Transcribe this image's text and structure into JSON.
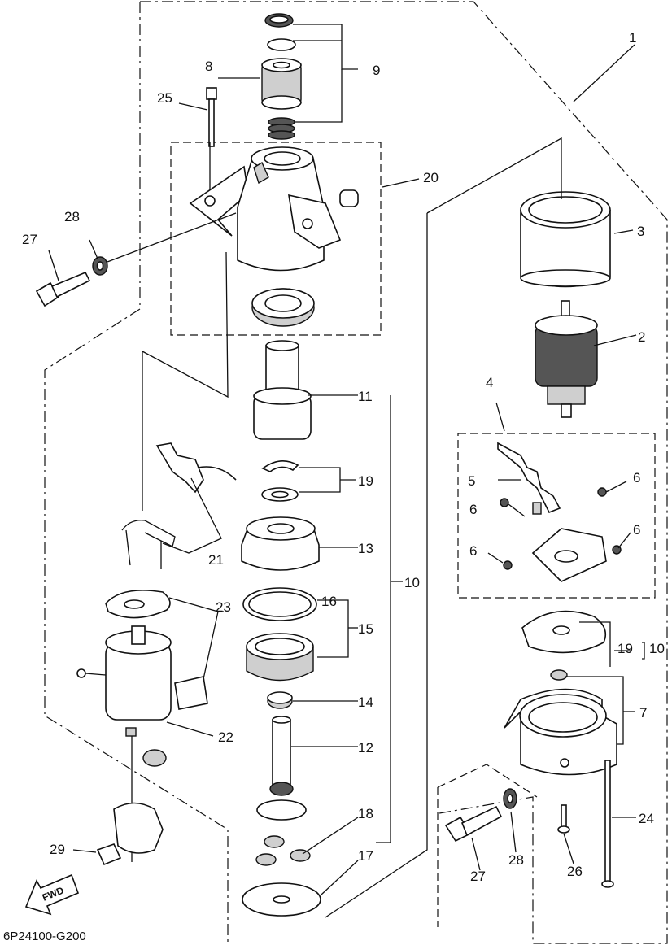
{
  "diagram": {
    "drawing_code": "6P24100-G200",
    "direction_label": "FWD",
    "callouts": [
      {
        "id": "c1",
        "text": "1"
      },
      {
        "id": "c2",
        "text": "2"
      },
      {
        "id": "c3",
        "text": "3"
      },
      {
        "id": "c4",
        "text": "4"
      },
      {
        "id": "c5",
        "text": "5"
      },
      {
        "id": "c6a",
        "text": "6"
      },
      {
        "id": "c6b",
        "text": "6"
      },
      {
        "id": "c6c",
        "text": "6"
      },
      {
        "id": "c6d",
        "text": "6"
      },
      {
        "id": "c7",
        "text": "7"
      },
      {
        "id": "c8",
        "text": "8"
      },
      {
        "id": "c9",
        "text": "9"
      },
      {
        "id": "c10a",
        "text": "10"
      },
      {
        "id": "c10b",
        "text": "10"
      },
      {
        "id": "c11",
        "text": "11"
      },
      {
        "id": "c12",
        "text": "12"
      },
      {
        "id": "c13",
        "text": "13"
      },
      {
        "id": "c14",
        "text": "14"
      },
      {
        "id": "c15",
        "text": "15"
      },
      {
        "id": "c16",
        "text": "16"
      },
      {
        "id": "c17",
        "text": "17"
      },
      {
        "id": "c18",
        "text": "18"
      },
      {
        "id": "c19a",
        "text": "19"
      },
      {
        "id": "c19b",
        "text": "19"
      },
      {
        "id": "c20",
        "text": "20"
      },
      {
        "id": "c21",
        "text": "21"
      },
      {
        "id": "c22",
        "text": "22"
      },
      {
        "id": "c23",
        "text": "23"
      },
      {
        "id": "c24",
        "text": "24"
      },
      {
        "id": "c25",
        "text": "25"
      },
      {
        "id": "c26",
        "text": "26"
      },
      {
        "id": "c27a",
        "text": "27"
      },
      {
        "id": "c27b",
        "text": "27"
      },
      {
        "id": "c28a",
        "text": "28"
      },
      {
        "id": "c28b",
        "text": "28"
      },
      {
        "id": "c29",
        "text": "29"
      }
    ]
  }
}
